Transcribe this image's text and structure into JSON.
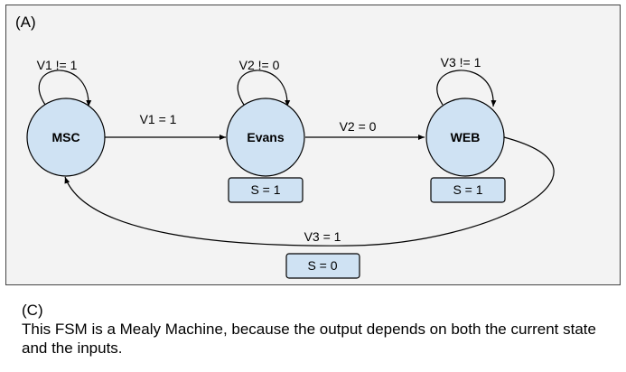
{
  "panel_a": {
    "label": "(A)",
    "states": [
      {
        "id": "MSC",
        "label": "MSC",
        "self_loop": "V1 != 1"
      },
      {
        "id": "Evans",
        "label": "Evans",
        "self_loop": "V2 != 0",
        "output": "S = 1"
      },
      {
        "id": "WEB",
        "label": "WEB",
        "self_loop": "V3 != 1",
        "output": "S = 1"
      }
    ],
    "transitions": [
      {
        "from": "MSC",
        "to": "Evans",
        "label": "V1 = 1"
      },
      {
        "from": "Evans",
        "to": "WEB",
        "label": "V2 = 0"
      },
      {
        "from": "WEB",
        "to": "MSC",
        "label": "V3 = 1",
        "output": "S = 0"
      }
    ],
    "colors": {
      "state_fill": "#cfe2f3",
      "stroke": "#000000",
      "panel_bg": "#f3f3f3"
    }
  },
  "part_c": {
    "label": "(C)",
    "text": "This FSM is a Mealy Machine, because the output depends on both the current state and the inputs."
  }
}
